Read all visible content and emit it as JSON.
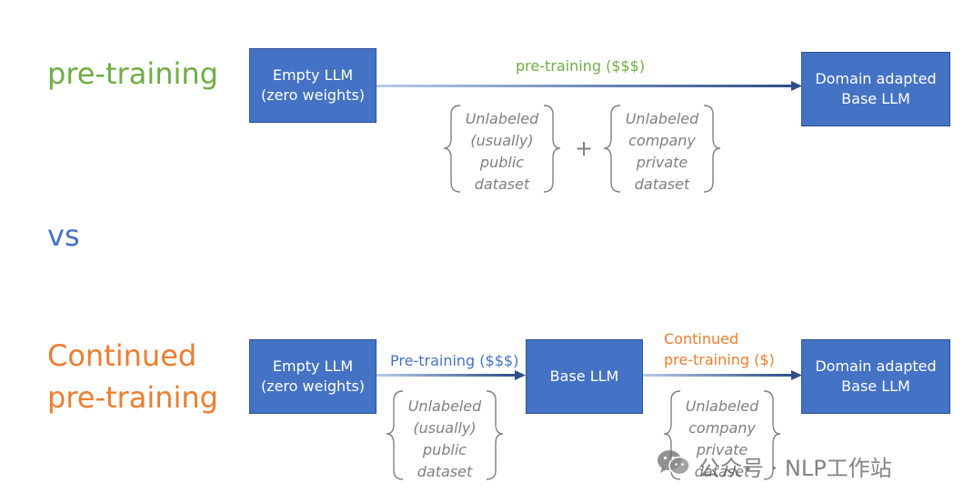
{
  "colors": {
    "box_fill": "#4472c4",
    "pretraining_green": "#6fae43",
    "vs_blue": "#4472c4",
    "continued_orange": "#ed7d31",
    "brace_gray": "#7f7f7f"
  },
  "top": {
    "side_label": "pre-training",
    "source_box": [
      "Empty LLM",
      "(zero weights)"
    ],
    "arrow_label": "pre-training ($$$)",
    "target_box": [
      "Domain adapted",
      "Base LLM"
    ],
    "dataset_public": [
      "Unlabeled",
      "(usually)",
      "public",
      "dataset"
    ],
    "plus": "+",
    "dataset_private": [
      "Unlabeled",
      "company",
      "private",
      "dataset"
    ]
  },
  "vs_label": "vs",
  "bottom": {
    "side_label": [
      "Continued",
      "pre-training"
    ],
    "source_box": [
      "Empty LLM",
      "(zero weights)"
    ],
    "arrow1_label": "Pre-training ($$$)",
    "mid_box": [
      "Base LLM"
    ],
    "arrow2_label": [
      "Continued",
      "pre-training ($)"
    ],
    "target_box": [
      "Domain adapted",
      "Base LLM"
    ],
    "dataset_public": [
      "Unlabeled",
      "(usually)",
      "public",
      "dataset"
    ],
    "dataset_private": [
      "Unlabeled",
      "company",
      "private",
      "dataset"
    ]
  },
  "watermark": {
    "icon": "wechat-icon",
    "text": "公众号 · NLP工作站"
  }
}
